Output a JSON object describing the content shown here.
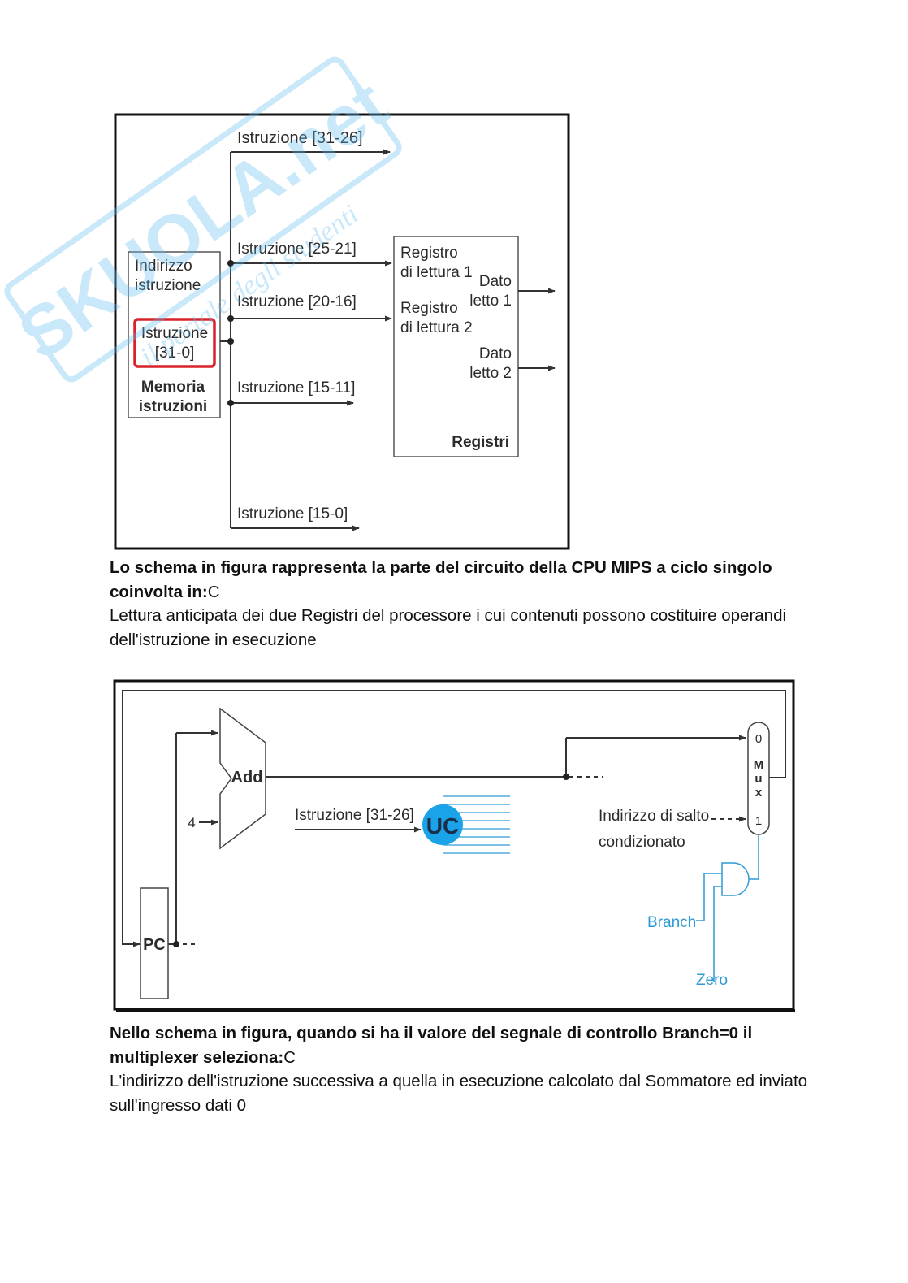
{
  "watermark": {
    "brand": "SKUOLA.net",
    "tagline": "il portale degli studenti",
    "color": "#5fbcf0"
  },
  "figure1": {
    "signals": {
      "bits_31_26": "Istruzione [31-26]",
      "bits_25_21": "Istruzione [25-21]",
      "bits_20_16": "Istruzione [20-16]",
      "bits_15_11": "Istruzione [15-11]",
      "bits_15_0": "Istruzione [15-0]"
    },
    "memory": {
      "address_line1": "Indirizzo",
      "address_line2": "istruzione",
      "instr_line1": "Istruzione",
      "instr_line2": "[31-0]",
      "name_line1": "Memoria",
      "name_line2": "istruzioni"
    },
    "registers": {
      "read1_line1": "Registro",
      "read1_line2": "di lettura 1",
      "read2_line1": "Registro",
      "read2_line2": "di lettura 2",
      "out1_line1": "Dato",
      "out1_line2": "letto 1",
      "out2_line1": "Dato",
      "out2_line2": "letto 2",
      "name": "Registri"
    },
    "highlight_color": "#d8232a"
  },
  "question1": {
    "question": "Lo schema in figura rappresenta la parte del circuito della CPU MIPS a ciclo singolo coinvolta in:",
    "choice": "C",
    "answer": "Lettura anticipata dei due Registri del processore i cui contenuti possono costituire operandi dell'istruzione in esecuzione"
  },
  "figure2": {
    "adder": "Add",
    "constant": "4",
    "pc": "PC",
    "instr_signal": "Istruzione [31-26]",
    "control_unit": "UC",
    "branch_addr_line1": "Indirizzo di salto",
    "branch_addr_line2": "condizionato",
    "mux_in0": "0",
    "mux_m": "M",
    "mux_u": "u",
    "mux_x": "x",
    "mux_in1": "1",
    "branch": "Branch",
    "zero": "Zero",
    "uc_color": "#1aa3e8",
    "signal_color": "#2e9ad6"
  },
  "question2": {
    "question": "Nello schema in figura, quando si ha il valore del segnale di controllo Branch=0 il multiplexer seleziona:",
    "choice": "C",
    "answer": "L'indirizzo dell'istruzione successiva a quella in esecuzione calcolato dal Sommatore ed inviato sull'ingresso dati 0"
  }
}
